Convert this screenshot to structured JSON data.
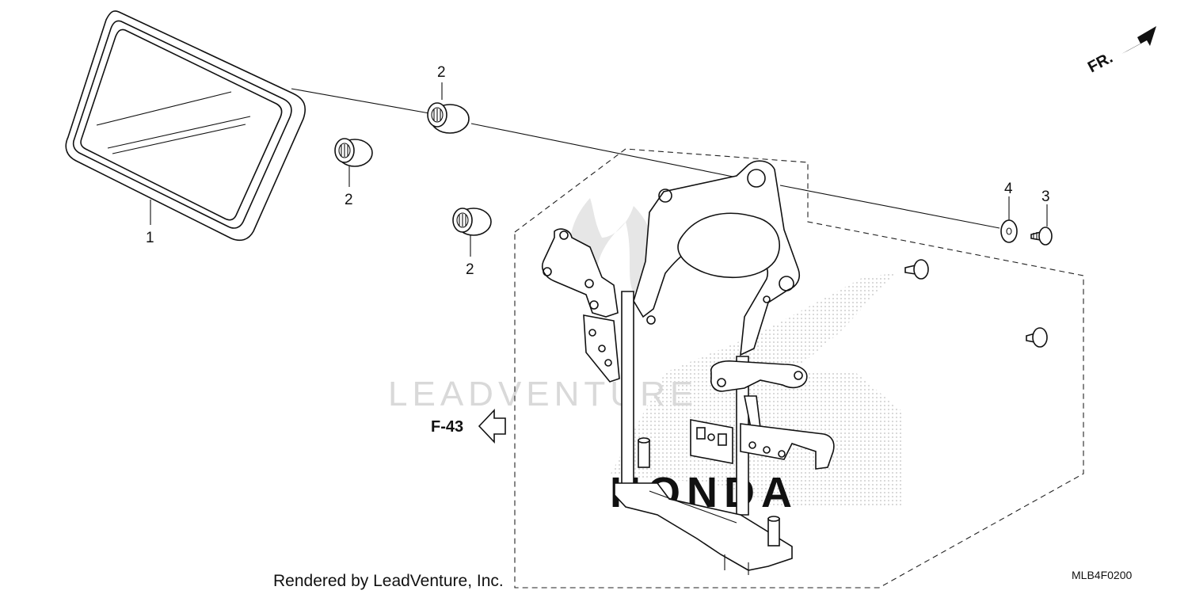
{
  "diagram": {
    "callouts": {
      "part1": "1",
      "part2a": "2",
      "part2b": "2",
      "part2c": "2",
      "part3": "3",
      "part4": "4"
    },
    "section_ref": "F-43",
    "direction_label": "FR.",
    "watermark": {
      "primary": "LEADVENTURE",
      "secondary": "HONDA"
    },
    "footer": {
      "credit": "Rendered by LeadVenture, Inc.",
      "diagram_code": "MLB4F0200"
    },
    "colors": {
      "line": "#111111",
      "background": "#ffffff",
      "watermark": "#d9d9d9"
    }
  }
}
